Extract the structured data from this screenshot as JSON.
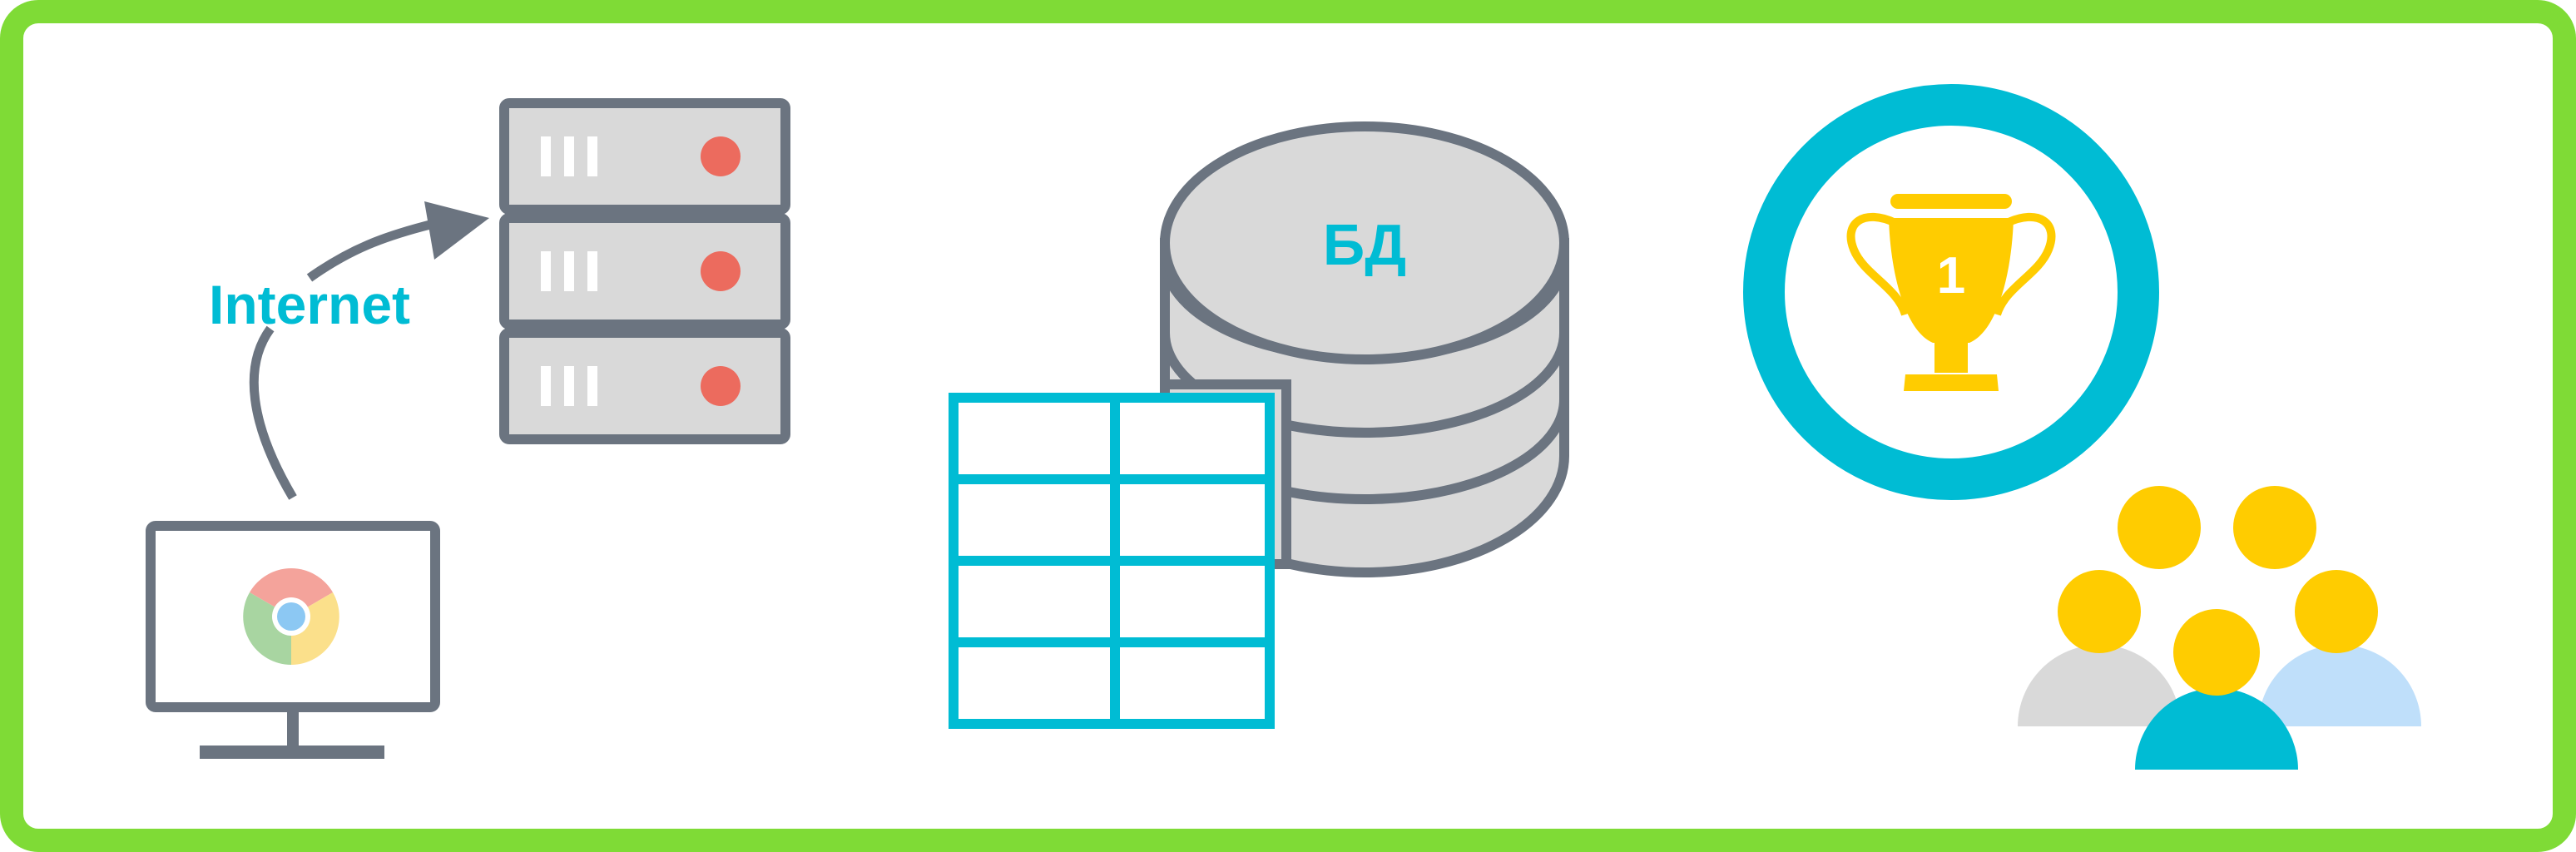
{
  "internet_label": "Internet",
  "db_label": "БД",
  "trophy_place": "1",
  "colors": {
    "frame_green": "#7fdb36",
    "outline_gray": "#6b7480",
    "fill_gray": "#d9d9d9",
    "cyan": "#00bcd4",
    "server_led": "#ec6b5e",
    "gold": "#ffcc00",
    "light_blue": "#bfdffa",
    "chrome_red": "#f4a39b",
    "chrome_yellow": "#fbe08b",
    "chrome_green": "#a8d5a1",
    "chrome_blue": "#8cc8f3"
  },
  "icons": [
    "monitor-icon",
    "chrome-icon",
    "arrow-icon",
    "server-icon",
    "database-icon",
    "table-icon",
    "trophy-icon",
    "people-icon"
  ]
}
